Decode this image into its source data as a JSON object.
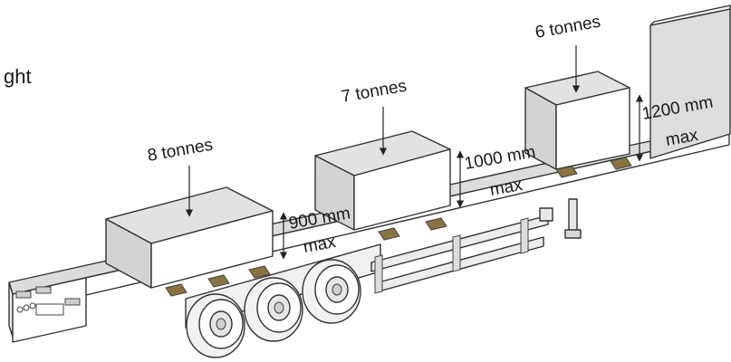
{
  "side_text": "ght",
  "loads": [
    {
      "id": "front",
      "weight": "8 tonnes",
      "height_line1": "900 mm",
      "height_line2": "max"
    },
    {
      "id": "middle",
      "weight": "7 tonnes",
      "height_line1": "1000 mm",
      "height_line2": "max"
    },
    {
      "id": "rear",
      "weight": "6 tonnes",
      "height_line1": "1200 mm",
      "height_line2": "max"
    }
  ],
  "colors": {
    "deck_top": "#dcdcdc",
    "deck_side": "#ffffff",
    "box_top": "#e2e2e2",
    "box_front": "#ffffff",
    "box_side": "#d3d3d3",
    "bearer": "#8a7340",
    "outline": "#333333"
  }
}
